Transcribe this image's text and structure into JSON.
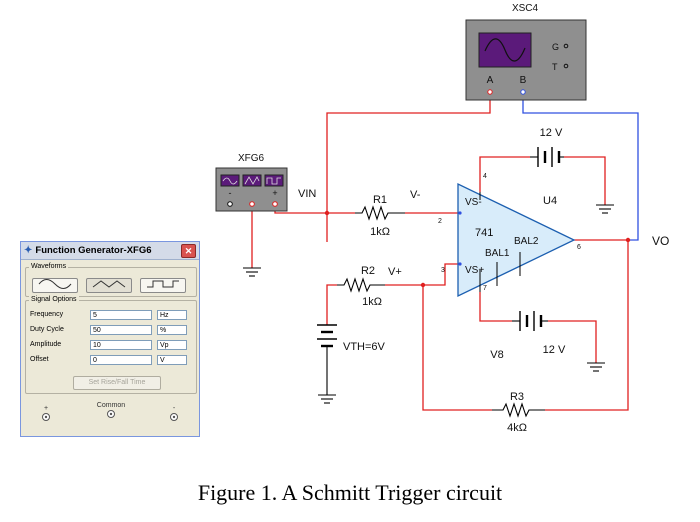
{
  "components": {
    "oscilloscope": {
      "name": "XSC4",
      "ports": {
        "a": "A",
        "b": "B",
        "g": "G",
        "t": "T"
      }
    },
    "function_generator": {
      "name": "XFG6",
      "terminals": {
        "minus": "-",
        "common": "",
        "plus": "+"
      }
    },
    "opamp": {
      "name": "U4",
      "model": "741",
      "pins": {
        "vs_plus": "VS+",
        "vs_minus": "VS-",
        "bal1": "BAL1",
        "bal2": "BAL2",
        "pin2": "2",
        "pin3": "3",
        "pin4": "4",
        "pin6": "6",
        "pin7": "7"
      }
    },
    "r1": {
      "name": "R1",
      "value": "1kΩ"
    },
    "r2": {
      "name": "R2",
      "value": "1kΩ"
    },
    "r3": {
      "name": "R3",
      "value": "4kΩ"
    },
    "battery_top": {
      "value": "12 V"
    },
    "battery_bottom": {
      "name": "V8",
      "value": "12 V"
    },
    "vth": {
      "label": "VTH=6V"
    }
  },
  "nets": {
    "vin": "VIN",
    "vminus": "V-",
    "vplus": "V+",
    "vo": "VO"
  },
  "fg_window": {
    "title": "Function Generator-XFG6",
    "close_label": "✕",
    "waveforms_label": "Waveforms",
    "wave_buttons": [
      "sine",
      "triangle",
      "square"
    ],
    "signal_options_label": "Signal Options",
    "options": [
      {
        "label": "Frequency",
        "value": "5",
        "unit": "Hz"
      },
      {
        "label": "Duty Cycle",
        "value": "50",
        "unit": "%"
      },
      {
        "label": "Amplitude",
        "value": "10",
        "unit": "Vp"
      },
      {
        "label": "Offset",
        "value": "0",
        "unit": "V"
      }
    ],
    "rise_fall_button": "Set Rise/Fall Time",
    "terminals": {
      "plus": "+",
      "common": "Common",
      "minus": "-"
    }
  },
  "caption": "Figure 1.  A Schmitt Trigger circuit",
  "colors": {
    "wire_red": "#e02020",
    "wire_blue": "#3050e0",
    "component": "#000000",
    "opamp_fill": "#d8ecfa",
    "opamp_stroke": "#1c5fb0",
    "instrument": "#8f8f8f"
  }
}
